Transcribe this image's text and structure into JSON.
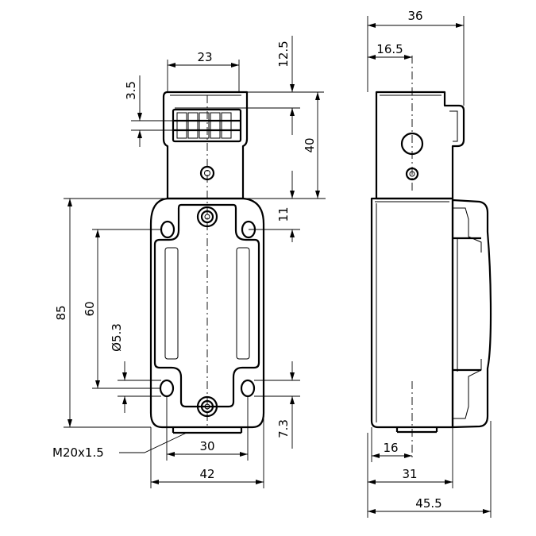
{
  "front_view": {
    "dim_connector_width": "23",
    "dim_header_offset": "12.5",
    "dim_pin_pitch": "3.5",
    "dim_head_height": "40",
    "dim_hole_offset": "11",
    "dim_overall_height": "85",
    "dim_hole_spacing_v": "60",
    "dim_hole_diameter": "Ø5.3",
    "dim_bottom_offset": "7.3",
    "dim_hole_spacing_h": "30",
    "dim_overall_width": "42",
    "thread_label": "M20x1.5"
  },
  "side_view": {
    "dim_depth": "36",
    "dim_head_axis": "16.5",
    "dim_conduit_axis": "16",
    "dim_body_depth": "31",
    "dim_total_depth": "45.5"
  }
}
